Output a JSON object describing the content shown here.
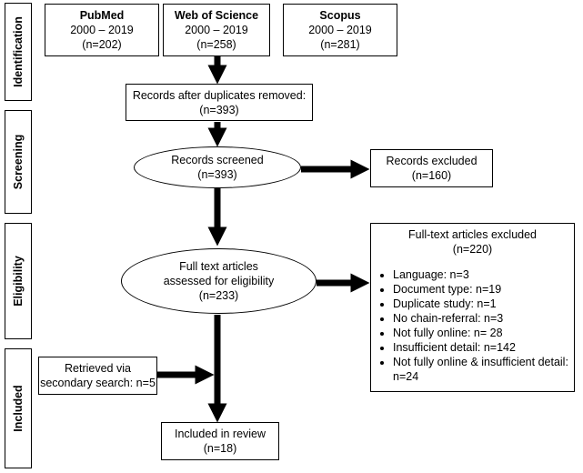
{
  "stages": {
    "identification": "Identification",
    "screening": "Screening",
    "eligibility": "Eligibility",
    "included": "Included"
  },
  "sources": [
    {
      "name": "PubMed",
      "years": "2000 – 2019",
      "count": "(n=202)"
    },
    {
      "name": "Web of Science",
      "years": "2000 – 2019",
      "count": "(n=258)"
    },
    {
      "name": "Scopus",
      "years": "2000 – 2019",
      "count": "(n=281)"
    }
  ],
  "dedup": {
    "label": "Records after duplicates removed:",
    "count": "(n=393)"
  },
  "screened": {
    "label": "Records screened",
    "count": "(n=393)"
  },
  "excluded": {
    "label": "Records excluded",
    "count": "(n=160)"
  },
  "fulltext": {
    "line1": "Full text articles",
    "line2": "assessed for eligibility",
    "count": "(n=233)"
  },
  "fulltext_excluded": {
    "title": "Full-text articles excluded",
    "count": "(n=220)",
    "reasons": [
      "Language: n=3",
      "Document type: n=19",
      "Duplicate study: n=1",
      "No chain-referral: n=3",
      "Not fully online: n= 28",
      "Insufficient detail: n=142",
      "Not fully online & insufficient detail: n=24"
    ]
  },
  "secondary": {
    "line1": "Retrieved via",
    "line2": "secondary search: n=5"
  },
  "included": {
    "label": "Included in review",
    "count": "(n=18)"
  }
}
